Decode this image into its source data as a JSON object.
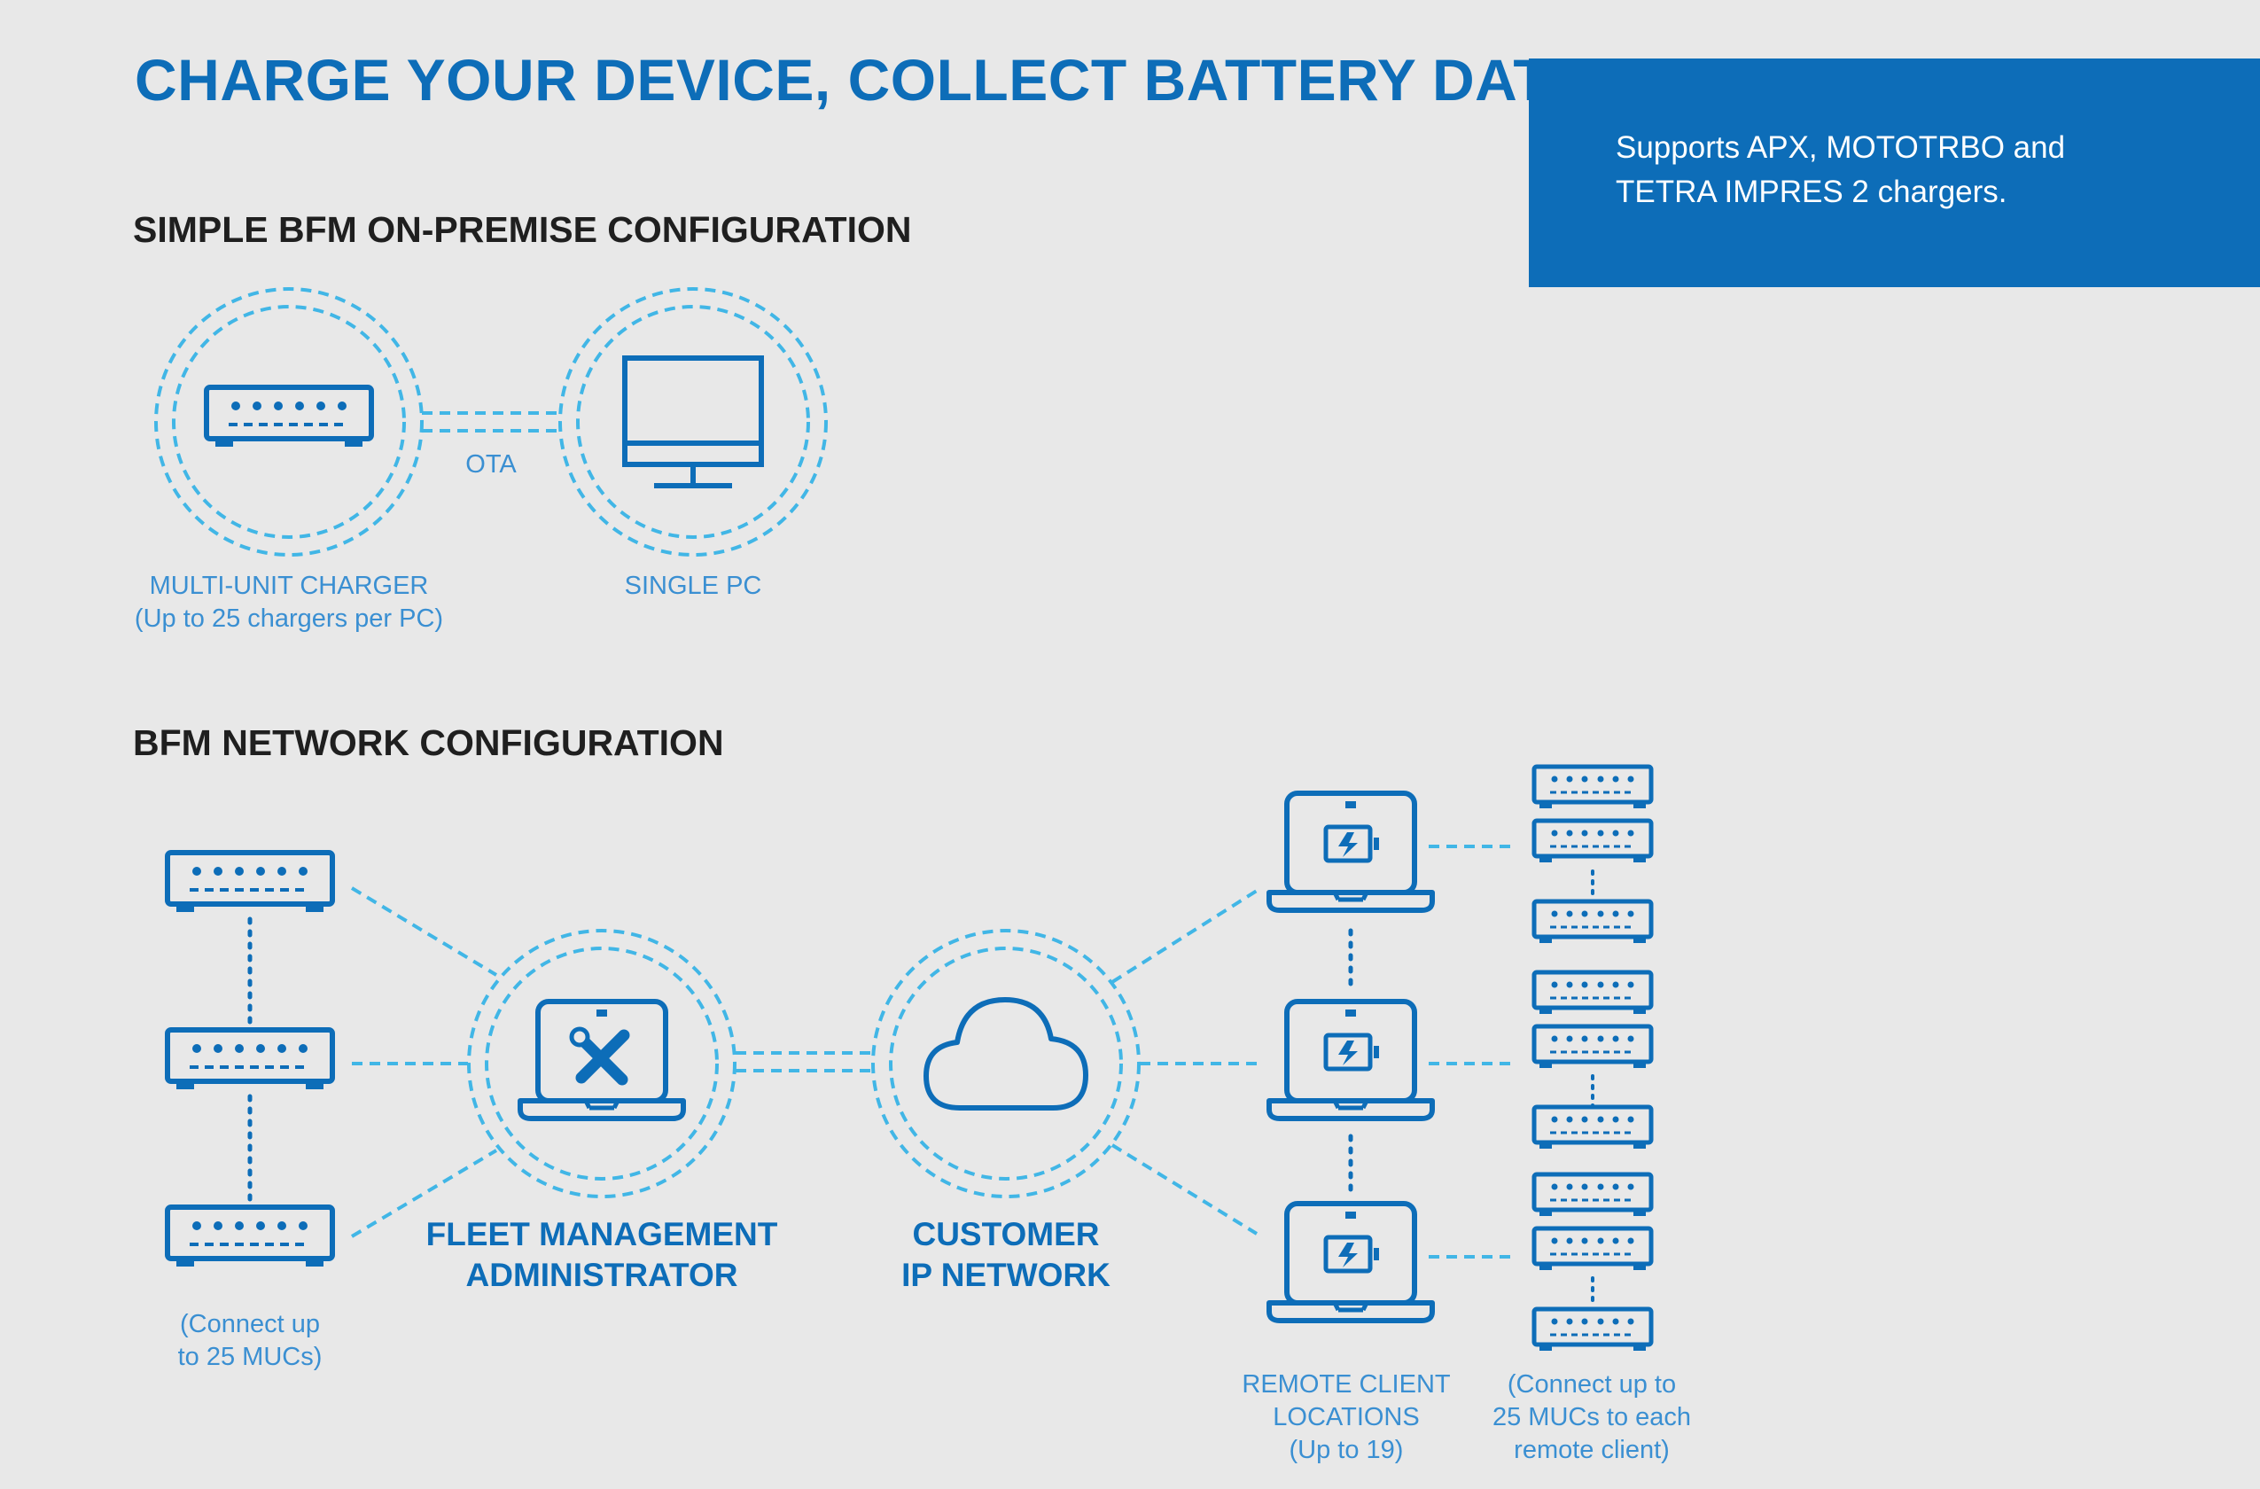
{
  "header": {
    "title": "CHARGE YOUR DEVICE, COLLECT BATTERY DATA"
  },
  "info_box": {
    "text": "Supports APX, MOTOTRBO and TETRA IMPRES 2 chargers."
  },
  "simple_config": {
    "title": "SIMPLE BFM ON-PREMISE CONFIGURATION",
    "link_label": "OTA",
    "charger_label_line1": "MULTI-UNIT CHARGER",
    "charger_label_line2": "(Up to 25 chargers per PC)",
    "pc_label": "SINGLE PC"
  },
  "network_config": {
    "title": "BFM NETWORK CONFIGURATION",
    "mucs_label_line1": "(Connect up",
    "mucs_label_line2": "to 25 MUCs)",
    "fleet_label_line1": "FLEET MANAGEMENT",
    "fleet_label_line2": "ADMINISTRATOR",
    "network_label_line1": "CUSTOMER",
    "network_label_line2": "IP NETWORK",
    "remote_label_line1": "REMOTE CLIENT",
    "remote_label_line2": "LOCATIONS",
    "remote_label_line3": "(Up to 19)",
    "remote_mucs_line1": "(Connect up to",
    "remote_mucs_line2": "25 MUCs to each",
    "remote_mucs_line3": "remote client)"
  },
  "colors": {
    "icon_blue": "#0d6db8",
    "dashed_blue": "#41b6e6",
    "label_blue": "#3a8fd2",
    "heading_dark": "#1f1f1f",
    "background": "#e8e8e8",
    "box_text": "#ffffff"
  },
  "icons": [
    "multi-unit-charger-icon",
    "monitor-icon",
    "laptop-tools-icon",
    "cloud-icon",
    "laptop-battery-icon"
  ]
}
